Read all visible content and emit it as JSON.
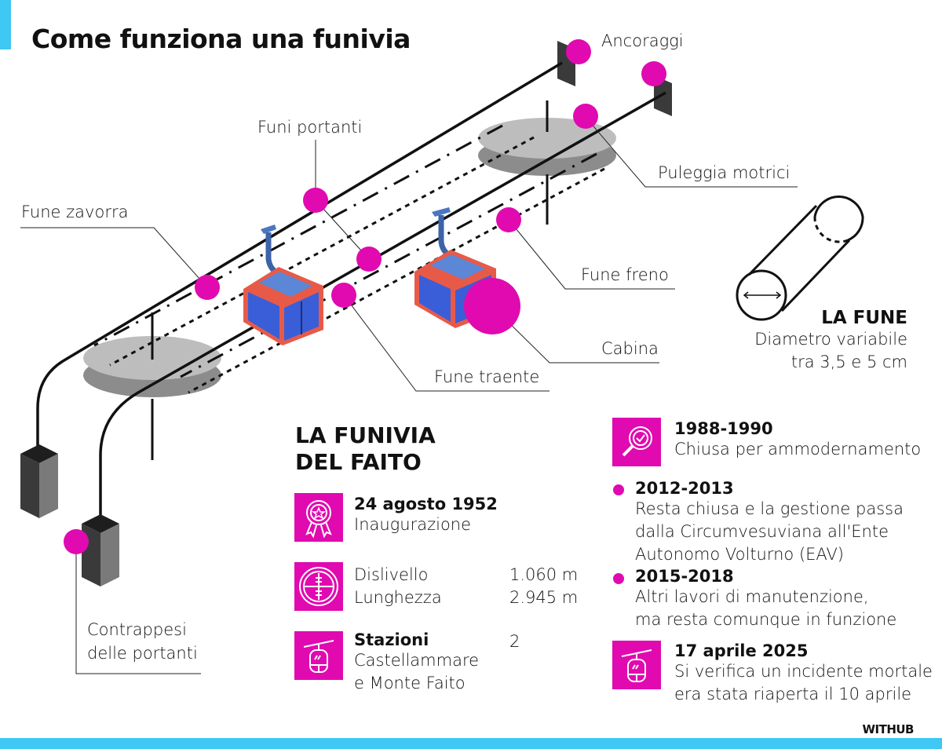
{
  "title": "Come funziona una funivia",
  "colors": {
    "accent_blue": "#3fc8f4",
    "marker_magenta": "#e00ab0",
    "cabin_red": "#e85a48",
    "cabin_blue": "#3a5ed8",
    "pulley_gray": "#b9b9b9",
    "weight_dark": "#3a3a3a"
  },
  "diagram_labels": {
    "ancoraggi": "Ancoraggi",
    "funi_portanti": "Funi portanti",
    "puleggia_motrici": "Puleggia motrici",
    "fune_zavorra": "Fune zavorra",
    "fune_freno": "Fune freno",
    "cabina": "Cabina",
    "fune_traente": "Fune traente",
    "contrappesi_1": "Contrappesi",
    "contrappesi_2": "delle portanti"
  },
  "la_fune": {
    "heading": "LA FUNE",
    "line1": "Diametro variabile",
    "line2": "tra 3,5 e 5 cm"
  },
  "funivia_faito": {
    "heading_line1": "LA FUNIVIA",
    "heading_line2": "DEL FAITO",
    "items": [
      {
        "icon": "award-rosette-icon",
        "title": "24 agosto 1952",
        "text": "Inaugurazione"
      },
      {
        "icon": "level-gauge-icon",
        "rows": [
          {
            "label": "Dislivello",
            "value": "1.060 m"
          },
          {
            "label": "Lunghezza",
            "value": "2.945 m"
          }
        ]
      },
      {
        "icon": "cable-car-icon",
        "title": "Stazioni",
        "value": "2",
        "text_line1": "Castellammare",
        "text_line2": "e Monte Faito"
      }
    ]
  },
  "timeline": [
    {
      "marker": "magnifier-check-icon",
      "title": "1988-1990",
      "lines": [
        "Chiusa per ammodernamento"
      ]
    },
    {
      "marker": "dot",
      "title": "2012-2013",
      "lines": [
        "Resta chiusa e la gestione passa",
        "dalla Circumvesuviana all'Ente",
        "Autonomo Volturno (EAV)"
      ]
    },
    {
      "marker": "dot",
      "title": "2015-2018",
      "lines": [
        "Altri lavori di manutenzione,",
        "ma resta comunque in funzione"
      ]
    },
    {
      "marker": "cable-car-icon",
      "title": "17 aprile 2025",
      "lines": [
        "Si verifica un incidente mortale",
        "era stata riaperta il 10 aprile"
      ]
    }
  ],
  "credit": "WITHUB"
}
